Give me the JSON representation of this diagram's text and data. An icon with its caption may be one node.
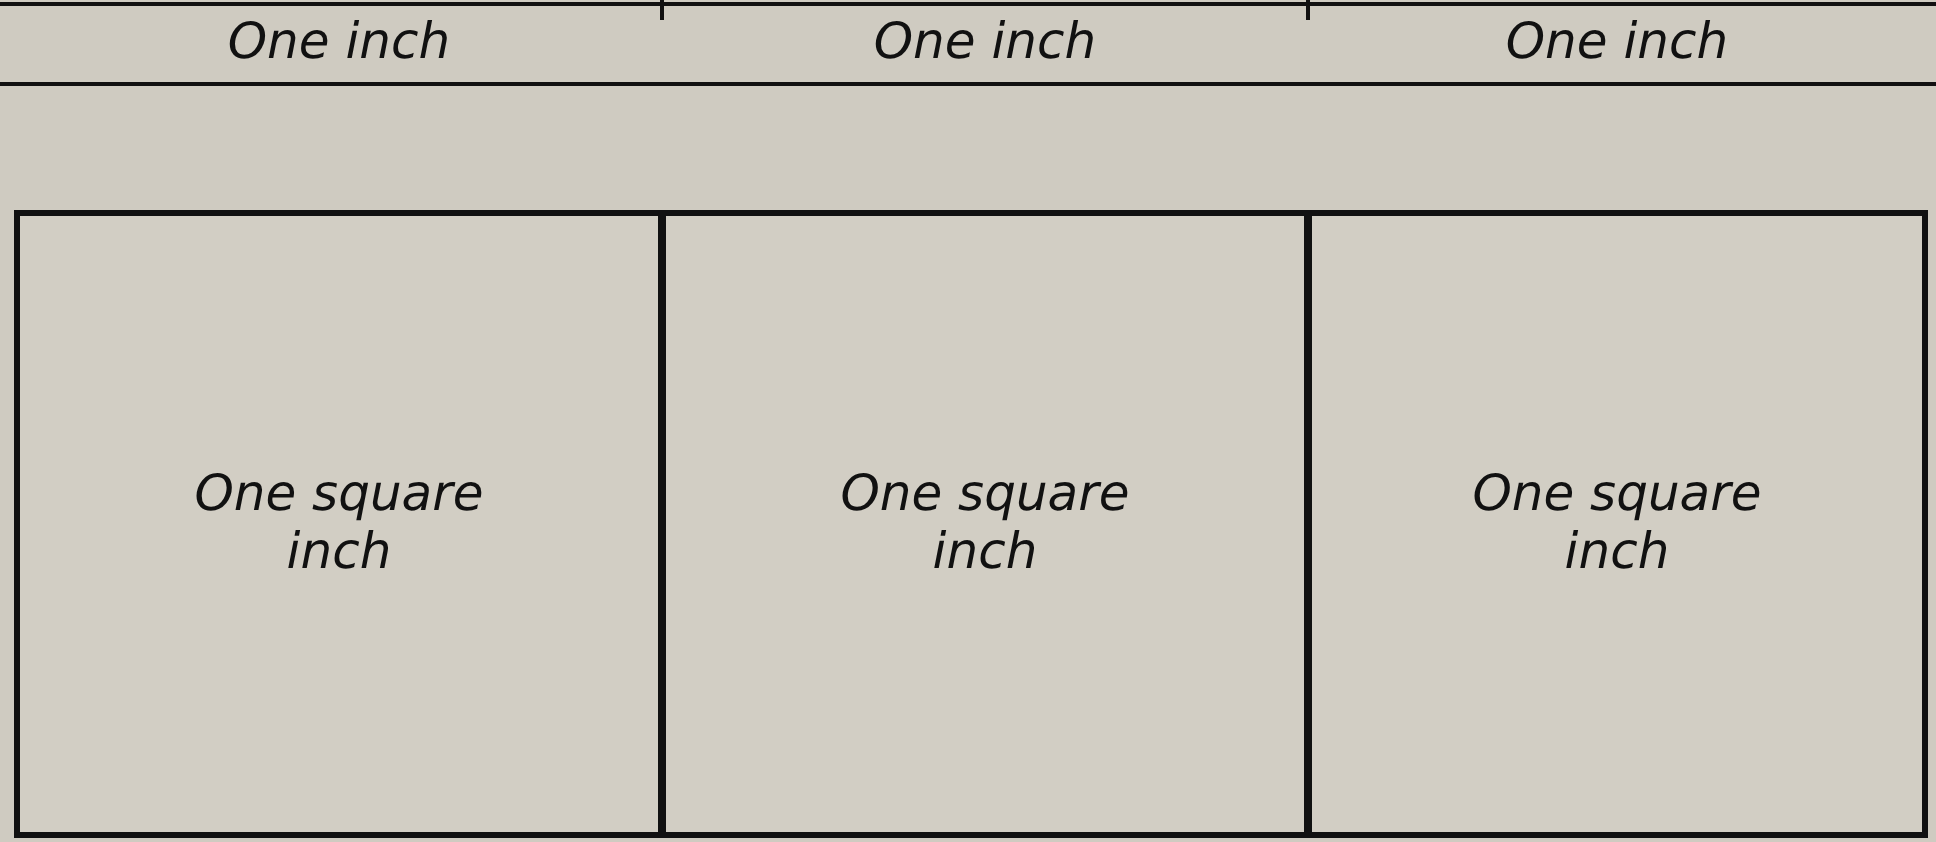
{
  "diagram": {
    "nodes": [
      {
        "text": [
          "One square inch"
        ]
      },
      {
        "text": [
          "One square inch"
        ]
      },
      {
        "text": [
          "One square inch"
        ]
      }
    ],
    "labels": [
      "One inch",
      "One inch",
      "One inch"
    ]
  }
}
